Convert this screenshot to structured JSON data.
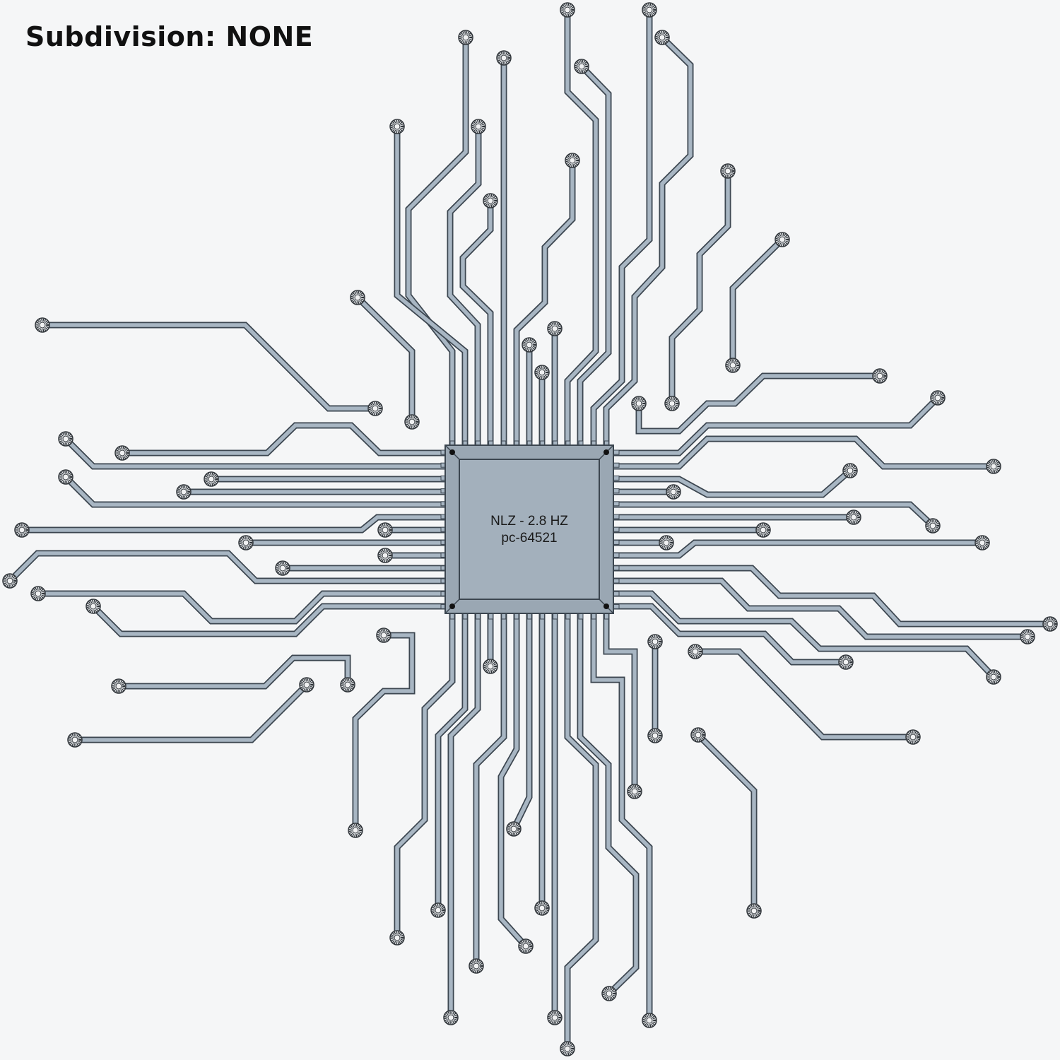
{
  "header": {
    "title_prefix": "Subdivision:",
    "title_value": "NONE"
  },
  "chip": {
    "line1": "NLZ - 2.8 HZ",
    "line2": "pc-64521"
  },
  "colors": {
    "background": "#f5f6f7",
    "trace_fill": "#a8b6c3",
    "trace_edge": "#3c4650",
    "chip_body": "#9aa7b3",
    "chip_top": "#a3b0bc",
    "pad_ring": "#2e3338",
    "pad_fill": "#f0f1f2"
  }
}
